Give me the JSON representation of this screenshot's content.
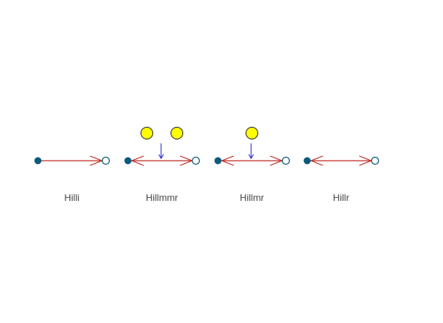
{
  "colors": {
    "start_node": "#0b5a7a",
    "end_node_stroke": "#0b5a7a",
    "end_node_fill": "#ffffff",
    "edge": "#c0302a",
    "pointer": "#2222cc",
    "yellow_fill": "#ffff00",
    "yellow_stroke": "#222222"
  },
  "items": [
    {
      "label": "Hilli",
      "yellow_count": 0,
      "left_head": false,
      "pointer": false
    },
    {
      "label": "Hillmmr",
      "yellow_count": 2,
      "left_head": true,
      "pointer": true
    },
    {
      "label": "Hillmr",
      "yellow_count": 1,
      "left_head": true,
      "pointer": true
    },
    {
      "label": "Hillr",
      "yellow_count": 0,
      "left_head": true,
      "pointer": false
    }
  ]
}
